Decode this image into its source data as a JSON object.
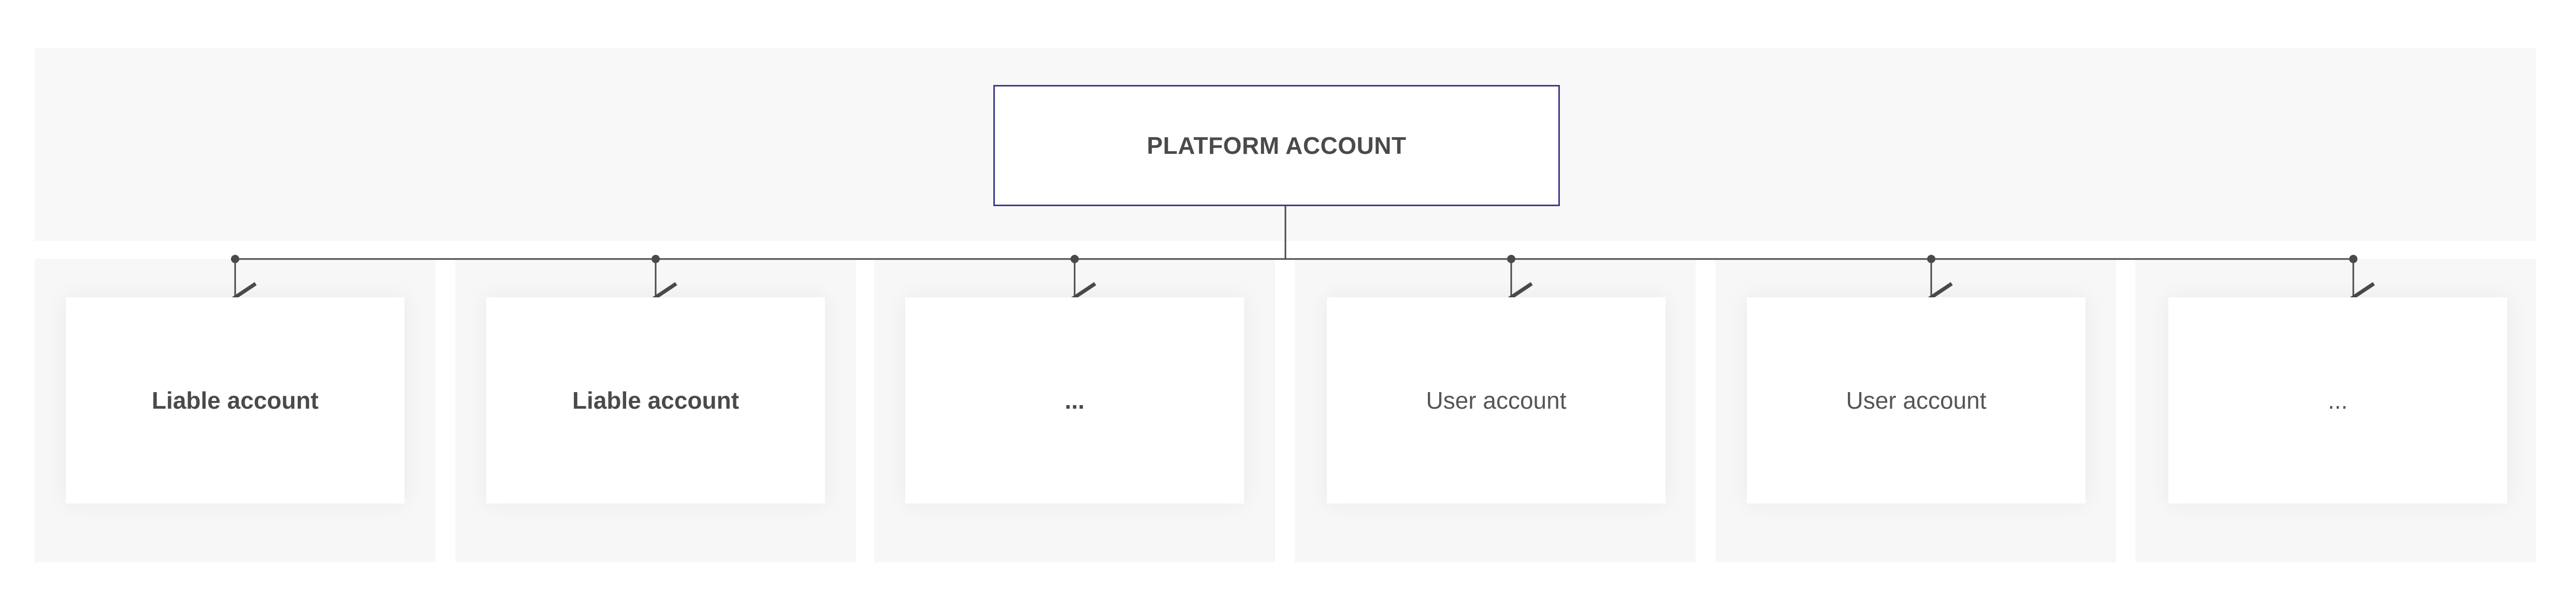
{
  "root": {
    "label": "PLATFORM ACCOUNT"
  },
  "children": [
    {
      "label": "Liable account",
      "weight": "bold"
    },
    {
      "label": "Liable account",
      "weight": "bold"
    },
    {
      "label": "...",
      "weight": "bold"
    },
    {
      "label": "User account",
      "weight": "normal"
    },
    {
      "label": "User account",
      "weight": "normal"
    },
    {
      "label": "...",
      "weight": "normal"
    }
  ],
  "colors": {
    "root_border": "#3c3c88",
    "connector": "#4a4a4a",
    "panel": "#f8f8f8",
    "text": "#4a4a4a"
  }
}
